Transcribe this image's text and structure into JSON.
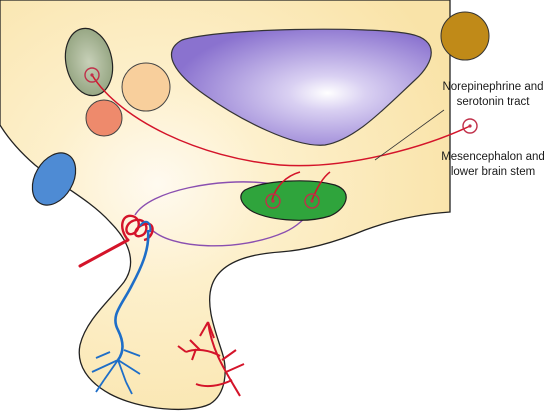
{
  "labels": {
    "tract_line1": "Norepinephrine and",
    "tract_line2": "serotonin tract",
    "stem_line1": "Mesencephalon and",
    "stem_line2": "lower brain stem"
  },
  "colors": {
    "background_region": "#fdf1c4",
    "thalamus_purple": "#9a86d8",
    "nucleus_olive": "#9fb08e",
    "nucleus_peach": "#f7ce9a",
    "nucleus_salmon": "#ee8a6c",
    "nucleus_blue": "#4e8bd4",
    "nucleus_gold": "#c08a18",
    "brainstem_green": "#2fa43c",
    "red_vessel": "#d4142a",
    "blue_vessel": "#1e6ec8",
    "violet_loop": "#8a4fb0"
  }
}
